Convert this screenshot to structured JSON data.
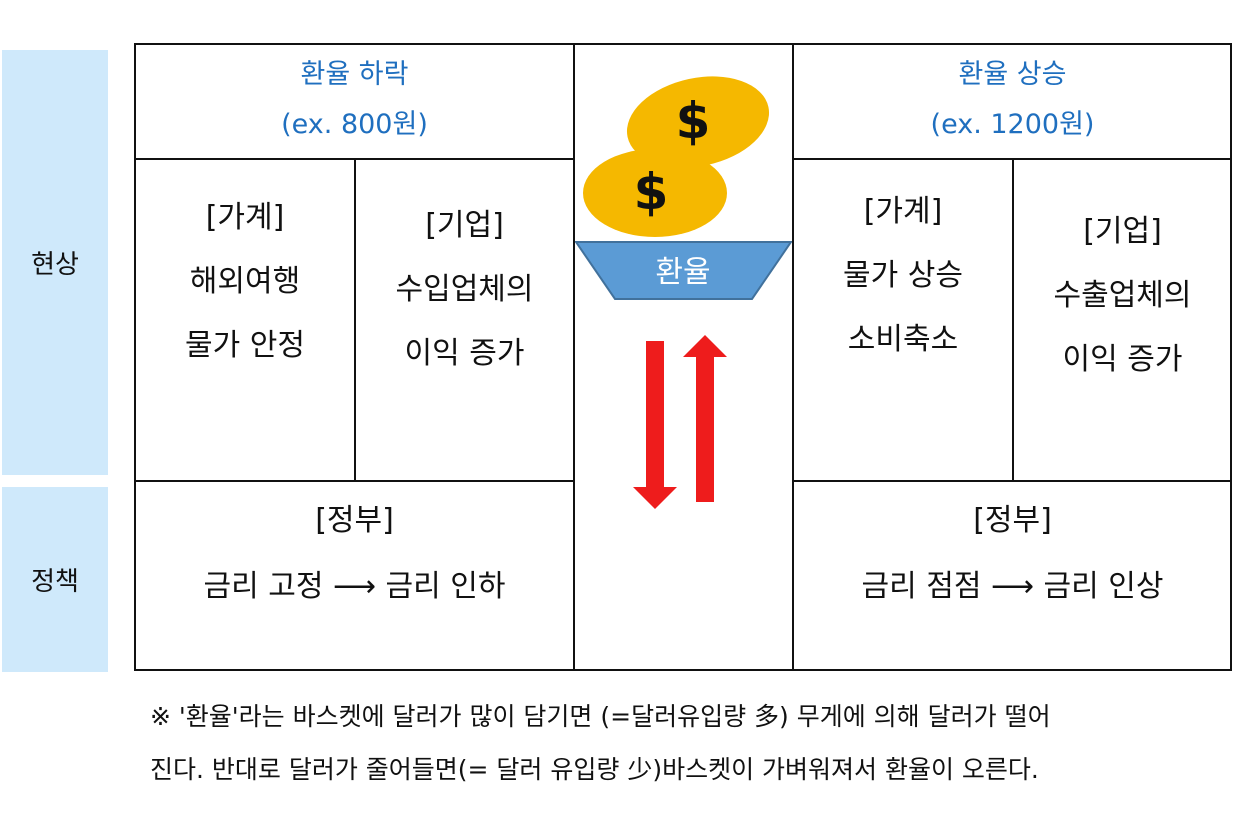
{
  "side": {
    "phenomenon": "현상",
    "policy": "정책"
  },
  "left": {
    "title": "환율 하락",
    "example": "(ex. 800원)",
    "household": {
      "label": "[가계]",
      "line1": "해외여행",
      "line2": "물가 안정"
    },
    "company": {
      "label": "[기업]",
      "line1": "수입업체의",
      "line2": "이익 증가"
    },
    "government": {
      "label": "[정부]",
      "line1": "금리 고정 ⟶ 금리 인하"
    }
  },
  "right": {
    "title": "환율 상승",
    "example": "(ex. 1200원)",
    "household": {
      "label": "[가계]",
      "line1": "물가 상승",
      "line2": "소비축소"
    },
    "company": {
      "label": "[기업]",
      "line1": "수출업체의",
      "line2": "이익 증가"
    },
    "government": {
      "label": "[정부]",
      "line1": "금리 점점 ⟶ 금리 인상"
    }
  },
  "center": {
    "coin_symbol": "$",
    "basket_label": "환율",
    "colors": {
      "coin": "#f5b800",
      "basket": "#5b9bd5",
      "arrow": "#ee1c1c"
    }
  },
  "note": {
    "line1": "※ '환율'라는 바스켓에 달러가 많이 담기면 (=달러유입량 多) 무게에 의해 달러가 떨어",
    "line2": "진다. 반대로 달러가 줄어들면(= 달러 유입량 少)바스켓이 가벼워져서 환율이 오른다."
  }
}
